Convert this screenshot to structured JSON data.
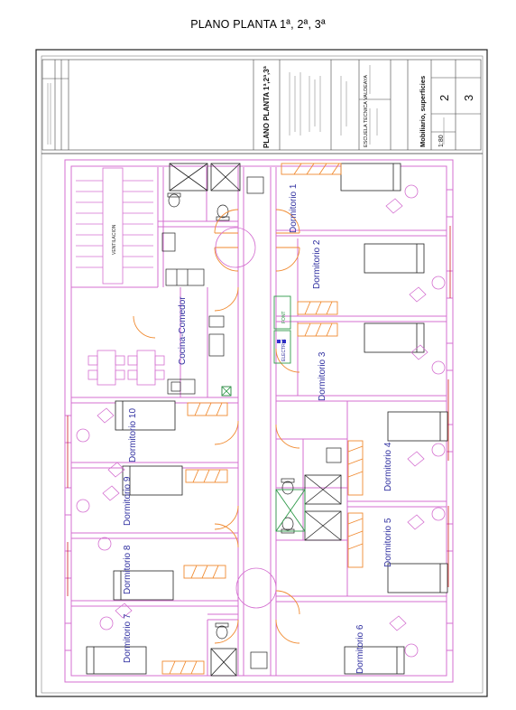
{
  "page_title": "PLANO PLANTA 1ª,  2ª, 3ª",
  "colors": {
    "wall": "#d46fd0",
    "label": "#3030a0",
    "door": "#f08a30",
    "ink": "#222222",
    "green": "#2f9a4a",
    "red": "#d02020"
  },
  "title_block": {
    "plan_name": "PLANO PLANTA 1ª,2ª,3ª",
    "content_name": "Mobiliario, superficies",
    "school": "ESCUELA TECNICA VALDEAYA",
    "sheet_number": "3",
    "total_sheets": "2",
    "scale": "1:80"
  },
  "rooms": {
    "kitchen": "Cocina-Comedor",
    "ventilation": "VENTILACION",
    "d1": "Dormitorio 1",
    "d2": "Dormitorio 2",
    "d3": "Dormitorio 3",
    "d4": "Dormitorio 4",
    "d5": "Dormitorio 5",
    "d6": "Dormitorio 6",
    "d7": "Dormitorio 7",
    "d8": "Dormitorio 8",
    "d9": "Dormitorio 9",
    "d10": "Dormitorio 10"
  },
  "panels": {
    "font": "FONT",
    "electric": "ELECTRIC"
  }
}
